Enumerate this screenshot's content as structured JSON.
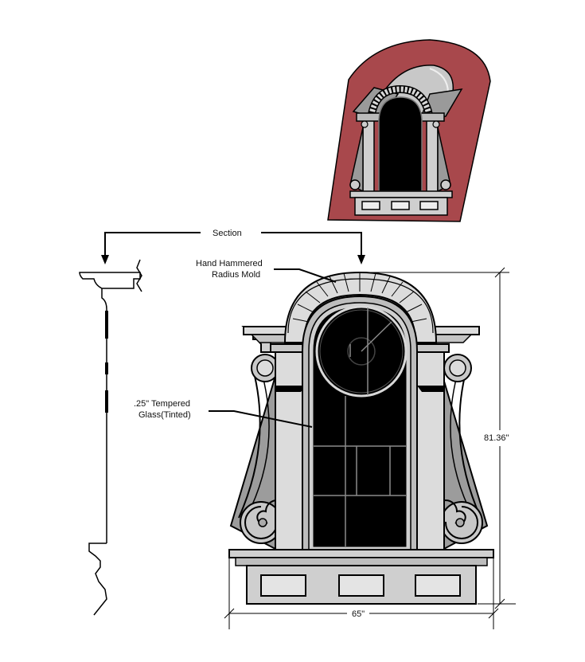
{
  "labels": {
    "section": "Section",
    "mold_line1": "Hand Hammered",
    "mold_line2": "Radius Mold",
    "glass_line1": ".25\" Tempered",
    "glass_line2": "Glass(Tinted)",
    "height_dim": "81.36\"",
    "width_dim": "65\""
  },
  "colors": {
    "thumb_bg": "#a8484c",
    "stone_light": "#dcdcdc",
    "stone_mid": "#b8b8b8",
    "stone_dark": "#8c8c8c",
    "glass": "#000000",
    "line": "#111111"
  }
}
